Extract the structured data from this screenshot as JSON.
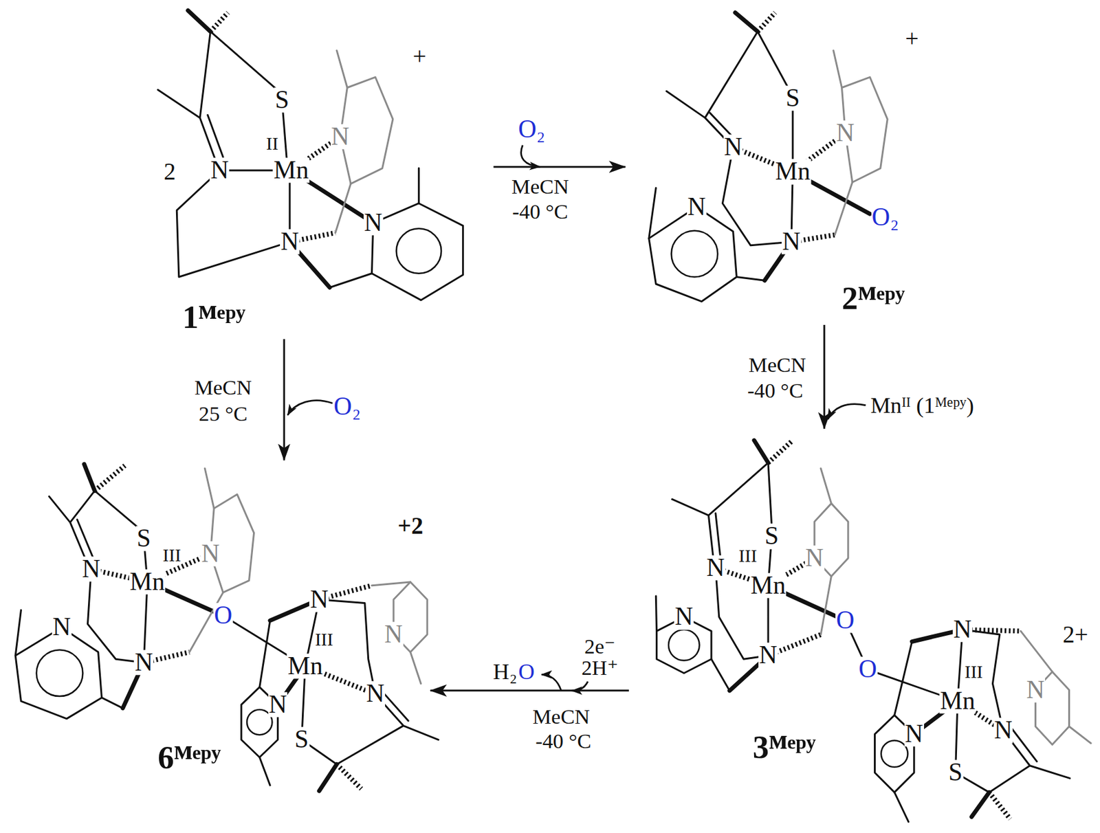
{
  "diagram": {
    "nodes": [
      {
        "text": [
          "1ᴹᵉᵖʸ"
        ]
      },
      {
        "text": [
          "2ᴹᵉᵖʸ"
        ]
      },
      {
        "text": [
          "6ᴹᵉᵖʸ"
        ]
      },
      {
        "text": [
          "3ᴹᵉᵖʸ"
        ]
      }
    ],
    "edges": [
      {
        "from": 0,
        "to": 1,
        "arrow": "to"
      },
      {
        "from": 0,
        "to": 2,
        "arrow": "to"
      },
      {
        "from": 1,
        "to": 3,
        "arrow": "to"
      },
      {
        "from": 3,
        "to": 2,
        "arrow": "to"
      }
    ],
    "labels": [
      "+",
      "2",
      "S",
      "II",
      "Mn",
      "N",
      "N",
      "N",
      "N",
      "O₂",
      "MeCN",
      "-40 °C",
      "+",
      "S",
      "N",
      "Mn",
      "N",
      "O₂",
      "N",
      "N",
      "MeCN",
      "25 °C",
      "O₂",
      "MeCN",
      "-40 °C",
      "Mnᴵᴵ (1ᴹᵉᵖʸ)",
      "+2",
      "S",
      "N",
      "III",
      "Mn",
      "N",
      "O",
      "N",
      "N",
      "N",
      "III",
      "Mn",
      "N",
      "N",
      "N",
      "S",
      "2e⁻",
      "2H⁺",
      "H₂",
      "O",
      "MeCN",
      "-40 °C",
      "S",
      "III",
      "N",
      "Mn",
      "N",
      "N",
      "N",
      "O",
      "O",
      "2+",
      "N",
      "N",
      "III",
      "Mn",
      "N",
      "N",
      "S"
    ]
  }
}
